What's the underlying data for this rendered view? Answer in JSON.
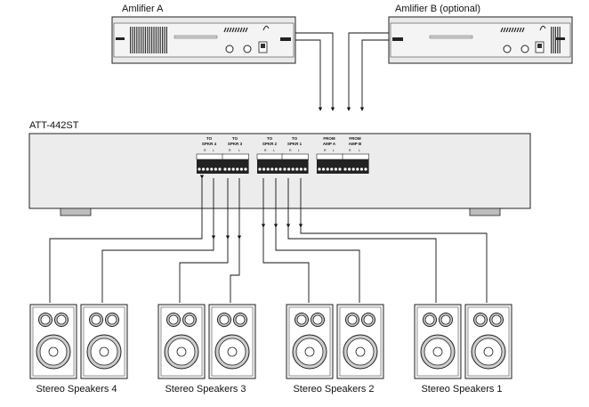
{
  "amplifiers": [
    {
      "label": "Amlifier A"
    },
    {
      "label": "Amlifier B (optional)"
    }
  ],
  "device": {
    "label": "ATT-442ST",
    "outputs": [
      {
        "line1": "TO",
        "line2": "SPKR 4",
        "pins": [
          "R",
          "L"
        ]
      },
      {
        "line1": "TO",
        "line2": "SPKR 3",
        "pins": [
          "R",
          "L"
        ]
      },
      {
        "line1": "TO",
        "line2": "SPKR 2",
        "pins": [
          "R",
          "L"
        ]
      },
      {
        "line1": "TO",
        "line2": "SPKR 1",
        "pins": [
          "R",
          "L"
        ]
      }
    ],
    "inputs": [
      {
        "line1": "FROM",
        "line2": "AMP A",
        "pins": [
          "R",
          "L"
        ]
      },
      {
        "line1": "FROM",
        "line2": "AMP B",
        "pins": [
          "R",
          "L"
        ]
      }
    ]
  },
  "speakers": [
    {
      "label": "Stereo Speakers 4"
    },
    {
      "label": "Stereo Speakers 3"
    },
    {
      "label": "Stereo Speakers 2"
    },
    {
      "label": "Stereo Speakers 1"
    }
  ]
}
